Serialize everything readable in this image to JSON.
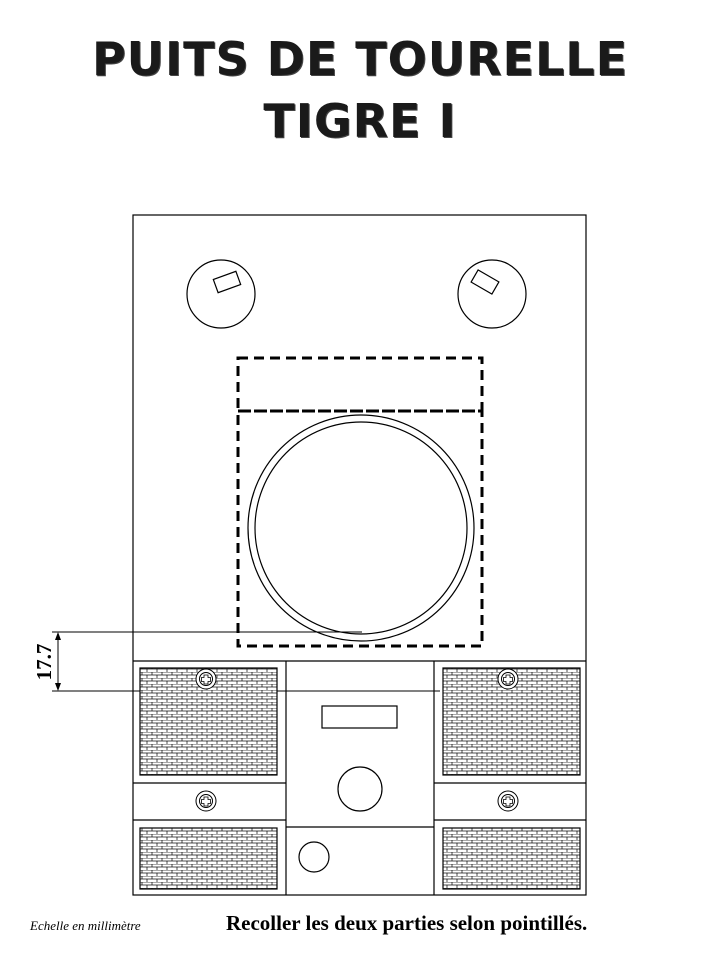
{
  "title": {
    "line1": "PUITS DE TOURELLE",
    "line2": "TIGRE I"
  },
  "dimension": {
    "value": "17.7"
  },
  "footer": {
    "scale_note": "Echelle en millimètre",
    "instruction": "Recoller les deux parties selon pointillés."
  },
  "colors": {
    "ink": "#000000",
    "background": "#ffffff"
  },
  "icons": [
    "bolt-icon",
    "latch-icon",
    "hatch-icon",
    "grille-icon"
  ]
}
